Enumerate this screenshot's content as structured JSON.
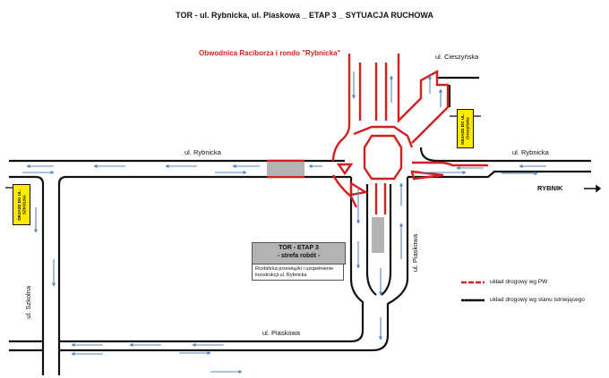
{
  "title": "TOR - ul. Rybnicka, ul. Piaskowa _ ETAP 3 _ SYTUACJA RUCHOWA",
  "bypass_label": "Obwodnica Raciborza i rondo \"Rybnicka\"",
  "streets": {
    "rybnicka_left": "ul. Rybnicka",
    "rybnicka_right": "ul. Rybnicka",
    "cieszynska": "ul. Cieszyńska",
    "piaskowa_vertical": "ul. Piaskowa",
    "piaskowa_bottom": "ul. Piaskowa",
    "szkolna": "ul. Szkolna"
  },
  "direction": {
    "label": "RYBNIK"
  },
  "signs": {
    "left": "OBJAZD DO UL. SZKOLNA",
    "right": "OBJAZD DO UL. Cieszyńska"
  },
  "work_zone": {
    "title": "TOR - ETAP 3",
    "subtitle": "- strefa robót -",
    "description": "Rozbiórka przewiązki i uzupełnienie konstrukcji ul. Rybnicka"
  },
  "legend": {
    "items": [
      {
        "label": "układ drogowy  wg PW",
        "color": "#d02020",
        "style": "dashed-red"
      },
      {
        "label": "układ drogowy wg stanu istniejącego",
        "color": "#111111",
        "style": "solid-black"
      }
    ]
  },
  "colors": {
    "existing_road": "#111111",
    "planned_road": "#d02020",
    "traffic_arrow": "#5a86bd",
    "work_zone": "#b3b3b3",
    "sign": "#ffeb00"
  }
}
